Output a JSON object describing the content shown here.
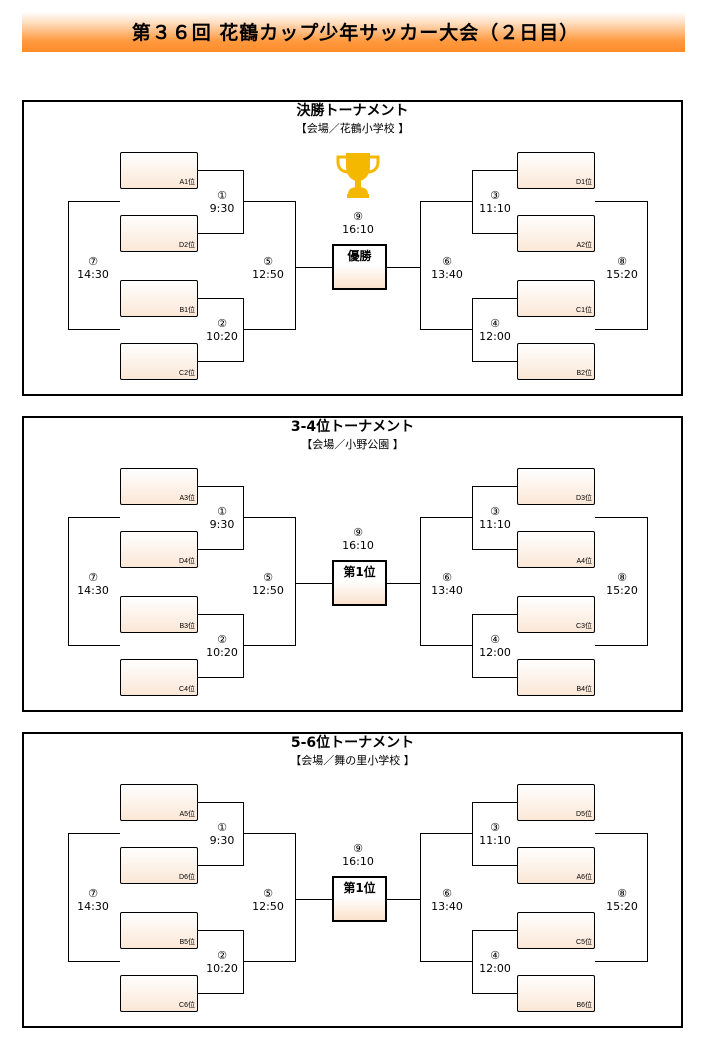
{
  "page_title": "第３６回 花鶴カップ少年サッカー大会（２日目）",
  "tournaments": [
    {
      "title": "決勝トーナメント",
      "venue": "【会場／花鶴小学校 】",
      "champion_label": "優勝",
      "has_trophy": true,
      "seeds": [
        "A1位",
        "D2位",
        "B1位",
        "C2位",
        "D1位",
        "A2位",
        "C1位",
        "B2位"
      ],
      "matches": [
        {
          "num": "①",
          "time": "9:30"
        },
        {
          "num": "②",
          "time": "10:20"
        },
        {
          "num": "③",
          "time": "11:10"
        },
        {
          "num": "④",
          "time": "12:00"
        },
        {
          "num": "⑤",
          "time": "12:50"
        },
        {
          "num": "⑥",
          "time": "13:40"
        },
        {
          "num": "⑦",
          "time": "14:30"
        },
        {
          "num": "⑧",
          "time": "15:20"
        },
        {
          "num": "⑨",
          "time": "16:10"
        }
      ]
    },
    {
      "title": "3-4位トーナメント",
      "venue": "【会場／小野公園 】",
      "champion_label": "第1位",
      "has_trophy": false,
      "seeds": [
        "A3位",
        "D4位",
        "B3位",
        "C4位",
        "D3位",
        "A4位",
        "C3位",
        "B4位"
      ],
      "matches": [
        {
          "num": "①",
          "time": "9:30"
        },
        {
          "num": "②",
          "time": "10:20"
        },
        {
          "num": "③",
          "time": "11:10"
        },
        {
          "num": "④",
          "time": "12:00"
        },
        {
          "num": "⑤",
          "time": "12:50"
        },
        {
          "num": "⑥",
          "time": "13:40"
        },
        {
          "num": "⑦",
          "time": "14:30"
        },
        {
          "num": "⑧",
          "time": "15:20"
        },
        {
          "num": "⑨",
          "time": "16:10"
        }
      ]
    },
    {
      "title": "5-6位トーナメント",
      "venue": "【会場／舞の里小学校 】",
      "champion_label": "第1位",
      "has_trophy": false,
      "seeds": [
        "A5位",
        "D6位",
        "B5位",
        "C6位",
        "D5位",
        "A6位",
        "C5位",
        "B6位"
      ],
      "matches": [
        {
          "num": "①",
          "time": "9:30"
        },
        {
          "num": "②",
          "time": "10:20"
        },
        {
          "num": "③",
          "time": "11:10"
        },
        {
          "num": "④",
          "time": "12:00"
        },
        {
          "num": "⑤",
          "time": "12:50"
        },
        {
          "num": "⑥",
          "time": "13:40"
        },
        {
          "num": "⑦",
          "time": "14:30"
        },
        {
          "num": "⑧",
          "time": "15:20"
        },
        {
          "num": "⑨",
          "time": "16:10"
        }
      ]
    }
  ],
  "colors": {
    "title_bar": "#ff8c28",
    "seed_box_fill": "#fbe7d6",
    "trophy": "#f5b800"
  }
}
